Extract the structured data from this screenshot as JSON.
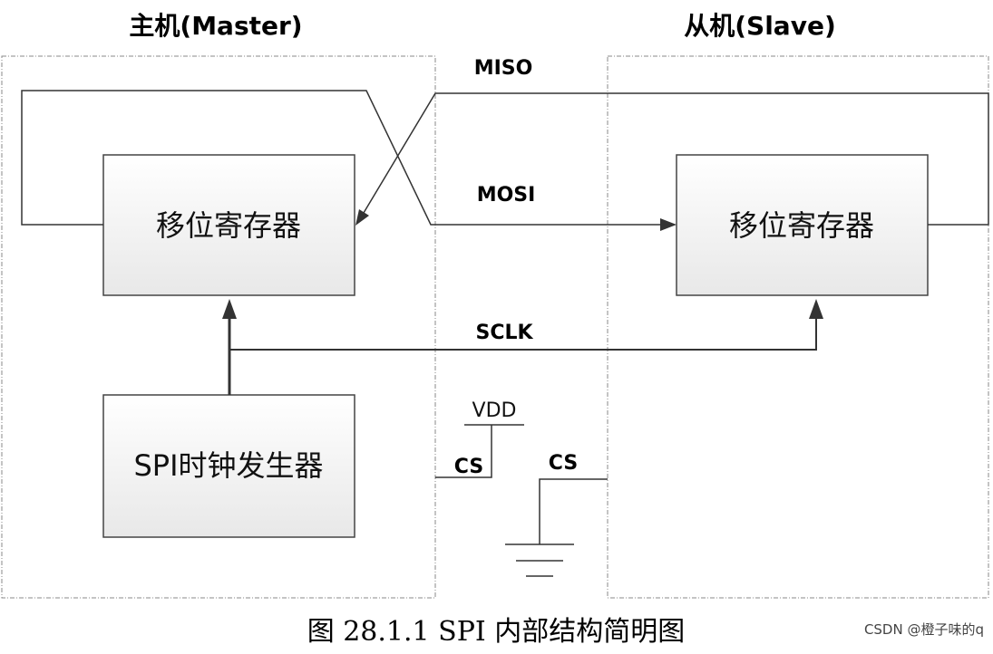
{
  "titles": {
    "master": "主机(Master)",
    "slave": "从机(Slave)"
  },
  "boxes": {
    "master_shift_register": "移位寄存器",
    "slave_shift_register": "移位寄存器",
    "clock_generator": "SPI时钟发生器"
  },
  "signals": {
    "miso": "MISO",
    "mosi": "MOSI",
    "sclk": "SCLK",
    "vdd": "VDD",
    "cs_master": "CS",
    "cs_slave": "CS"
  },
  "caption": "图 28.1.1 SPI 内部结构简明图",
  "watermark": "CSDN @橙子味的q",
  "colors": {
    "box_fill_top": "#ffffff",
    "box_fill_bottom": "#ececec",
    "line": "#333333",
    "dashed": "#888888"
  }
}
